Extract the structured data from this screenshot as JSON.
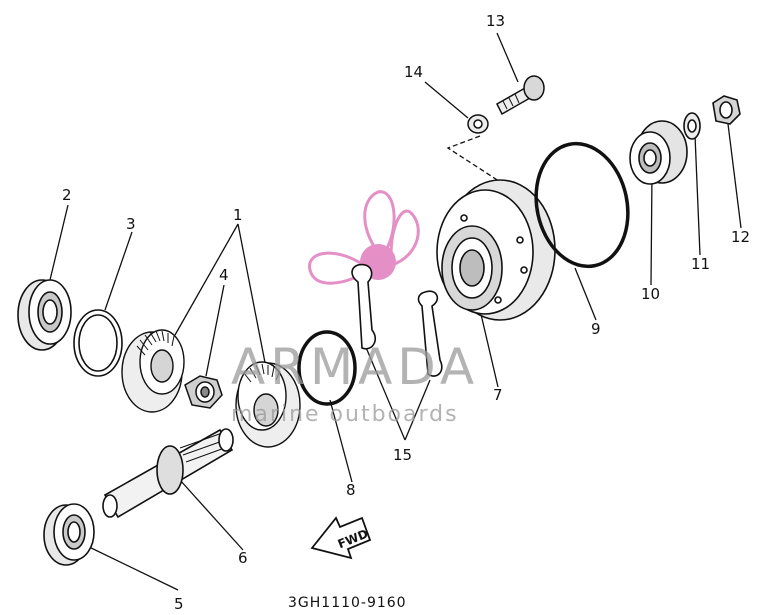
{
  "diagram": {
    "drawing_code": "3GH1110-9160",
    "direction_label": "FWD",
    "callouts": [
      "1",
      "2",
      "3",
      "4",
      "5",
      "6",
      "7",
      "8",
      "9",
      "10",
      "11",
      "12",
      "13",
      "14",
      "15"
    ]
  },
  "watermark": {
    "title": "ARMADA",
    "subtitle": "marine outboards",
    "logo_color": "#e48fc6"
  }
}
